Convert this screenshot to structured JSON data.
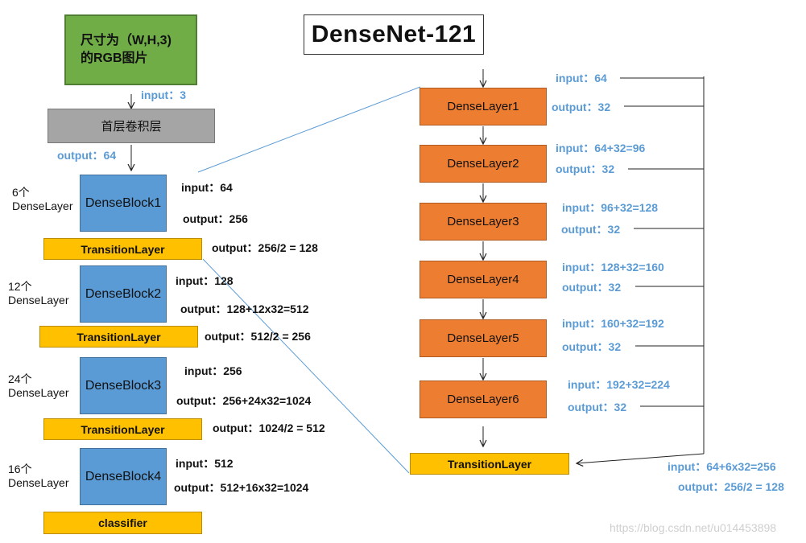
{
  "title": "DenseNet-121",
  "input_box": "尺寸为（W,H,3)\n的RGB图片",
  "first_conv": "首层卷积层",
  "in_label": "input：3",
  "first_out_label": "output：64",
  "blocks": [
    {
      "count": "6个\nDenseLayer",
      "name": "DenseBlock1",
      "input": "input：64",
      "output": "output：256",
      "transition": "TransitionLayer",
      "trans_output": "output：256/2 = 128"
    },
    {
      "count": "12个\nDenseLayer",
      "name": "DenseBlock2",
      "input": "input：128",
      "output": "output：128+12x32=512",
      "transition": "TransitionLayer",
      "trans_output": "output：512/2 = 256"
    },
    {
      "count": "24个\nDenseLayer",
      "name": "DenseBlock3",
      "input": "input：256",
      "output": "output：256+24x32=1024",
      "transition": "TransitionLayer",
      "trans_output": "output：1024/2 = 512"
    },
    {
      "count": "16个\nDenseLayer",
      "name": "DenseBlock4",
      "input": "input：512",
      "output": "output：512+16x32=1024",
      "transition": "classifier"
    }
  ],
  "dense_layers": [
    {
      "name": "DenseLayer1",
      "input": "input：64",
      "output": "output：32"
    },
    {
      "name": "DenseLayer2",
      "input": "input：64+32=96",
      "output": "output：32"
    },
    {
      "name": "DenseLayer3",
      "input": "input：96+32=128",
      "output": "output：32"
    },
    {
      "name": "DenseLayer4",
      "input": "input：128+32=160",
      "output": "output：32"
    },
    {
      "name": "DenseLayer5",
      "input": "input：160+32=192",
      "output": "output：32"
    },
    {
      "name": "DenseLayer6",
      "input": "input：192+32=224",
      "output": "output：32"
    }
  ],
  "detail_transition": {
    "name": "TransitionLayer",
    "input": "input：64+6x32=256",
    "output": "output：256/2 = 128"
  },
  "watermark": "https://blog.csdn.net/u014453898",
  "colors": {
    "green": "#70ad47",
    "gray": "#a5a5a5",
    "blue": "#5b9bd5",
    "orange": "#ed7d31",
    "yellow": "#ffc000"
  }
}
